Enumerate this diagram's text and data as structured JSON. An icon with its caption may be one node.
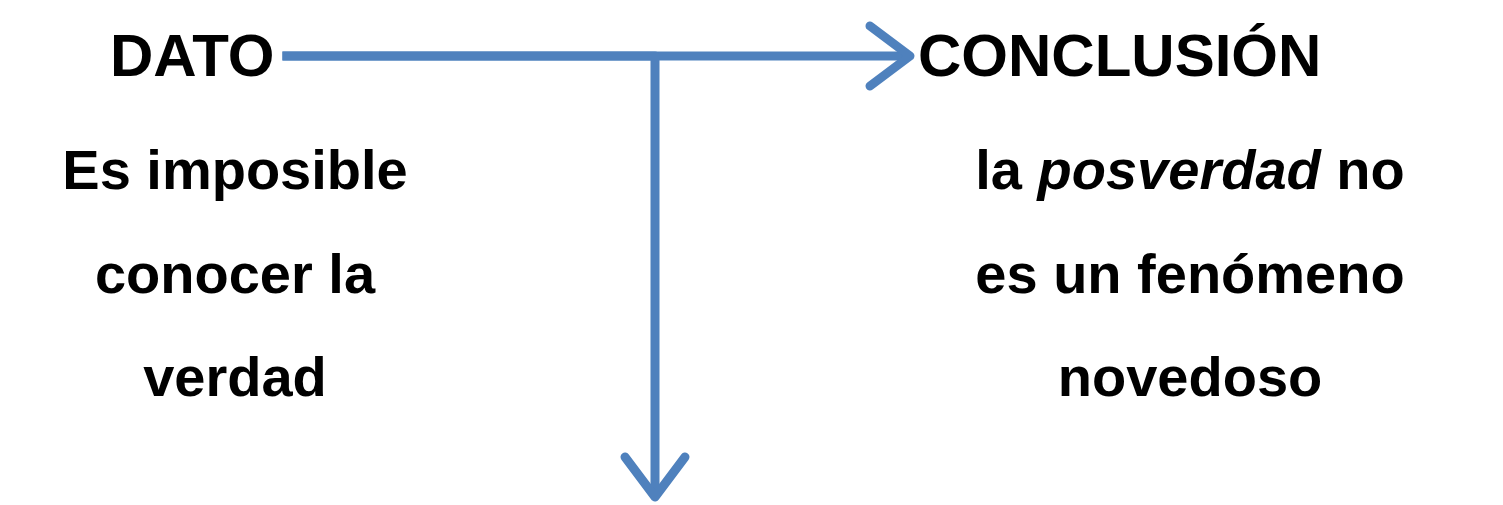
{
  "diagram": {
    "nodes": [
      {
        "text": [
          "DATO"
        ],
        "beside": [
          "Es imposible conocer la verdad"
        ]
      },
      {
        "text": [
          "CONCLUSIÓN"
        ],
        "beside": [
          "la *posverdad* no es un fenómeno novedoso"
        ]
      }
    ],
    "edges": [
      {
        "from": 0,
        "to": 1,
        "arrow": "to"
      },
      {
        "from": 0,
        "to": null,
        "arrow": "to"
      }
    ]
  }
}
